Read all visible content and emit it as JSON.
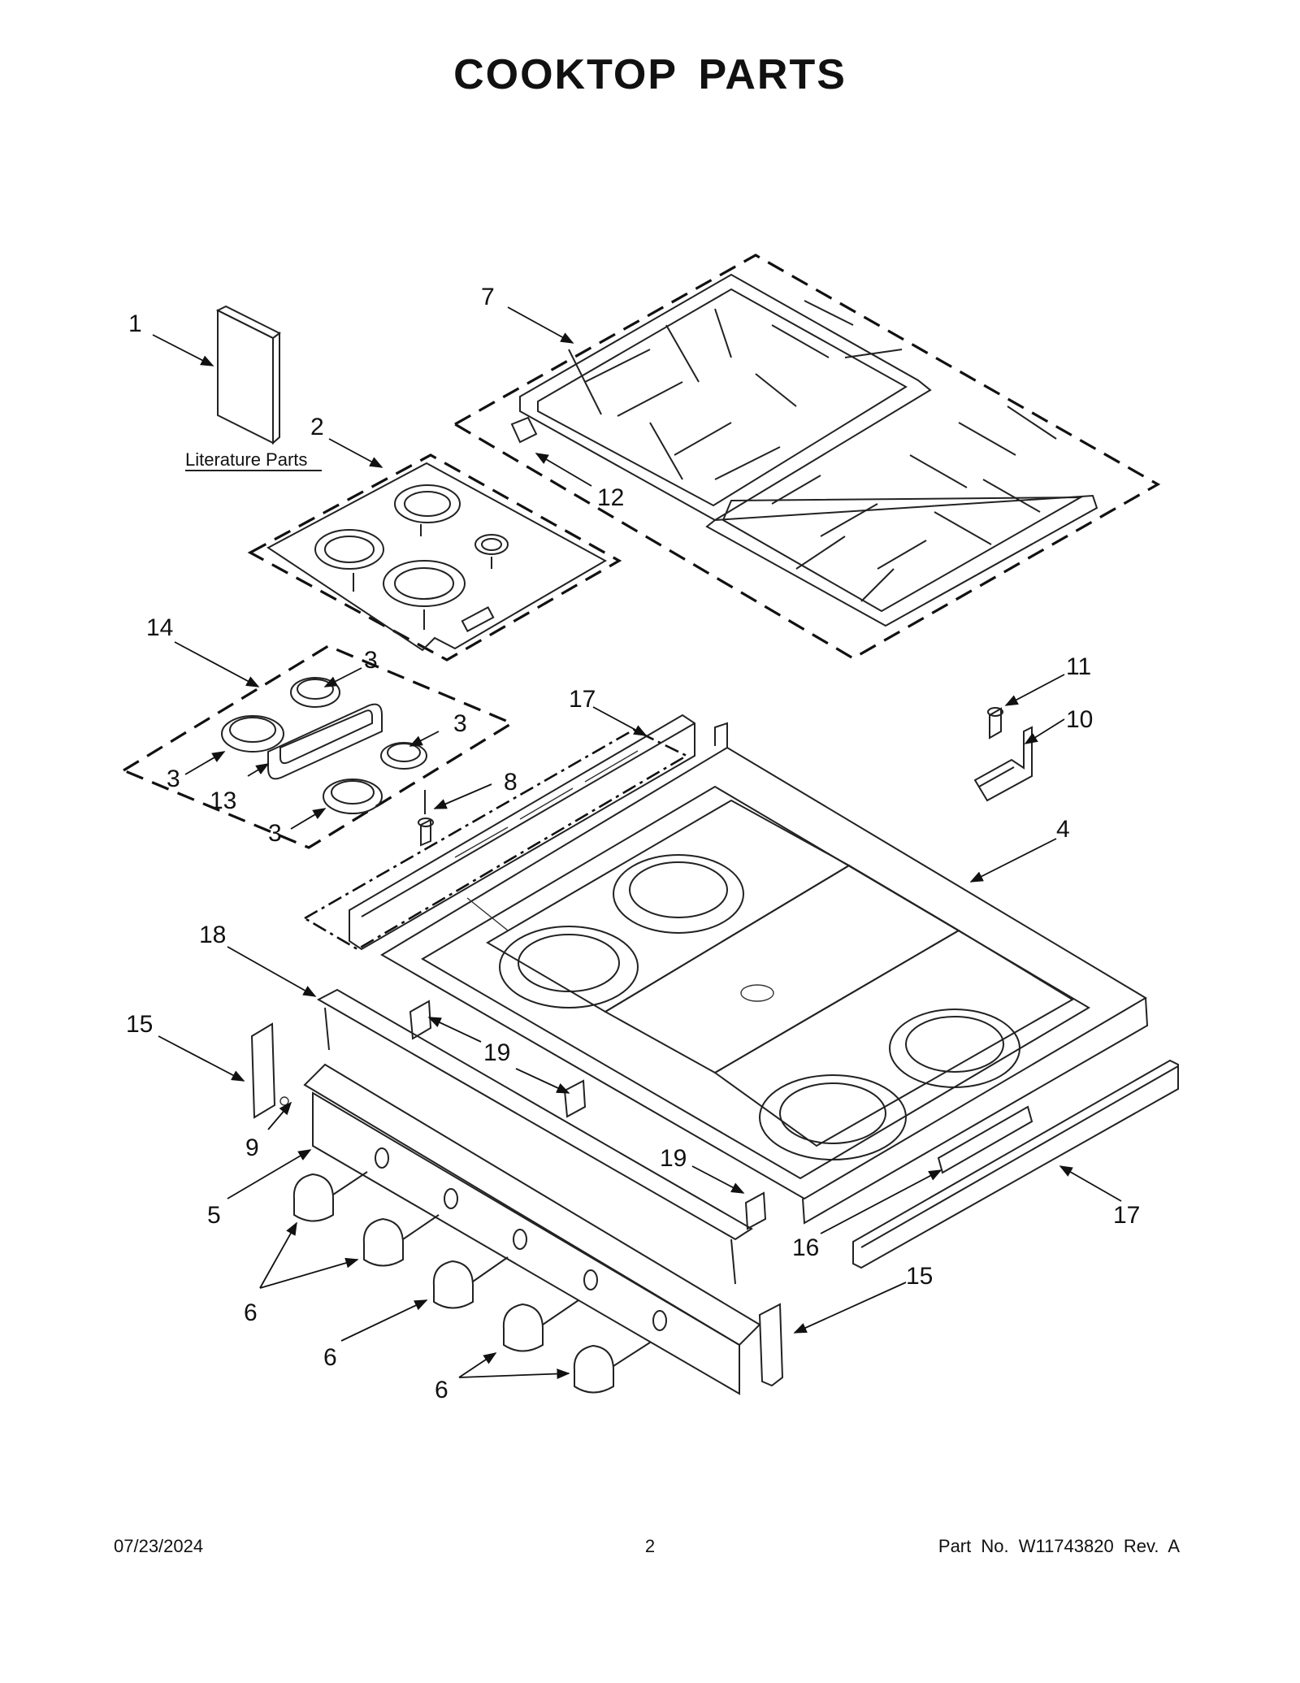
{
  "page": {
    "title": "COOKTOP  PARTS",
    "footer": {
      "date": "07/23/2024",
      "page_number": "2",
      "part_number": "Part No.  W11743820  Rev.  A"
    }
  },
  "diagram": {
    "literature_label": "Literature Parts",
    "callouts": [
      "1",
      "2",
      "7",
      "12",
      "14",
      "3",
      "3",
      "3",
      "3",
      "13",
      "17",
      "8",
      "11",
      "10",
      "4",
      "18",
      "15",
      "19",
      "9",
      "5",
      "19",
      "6",
      "6",
      "6",
      "16",
      "17",
      "15"
    ]
  }
}
